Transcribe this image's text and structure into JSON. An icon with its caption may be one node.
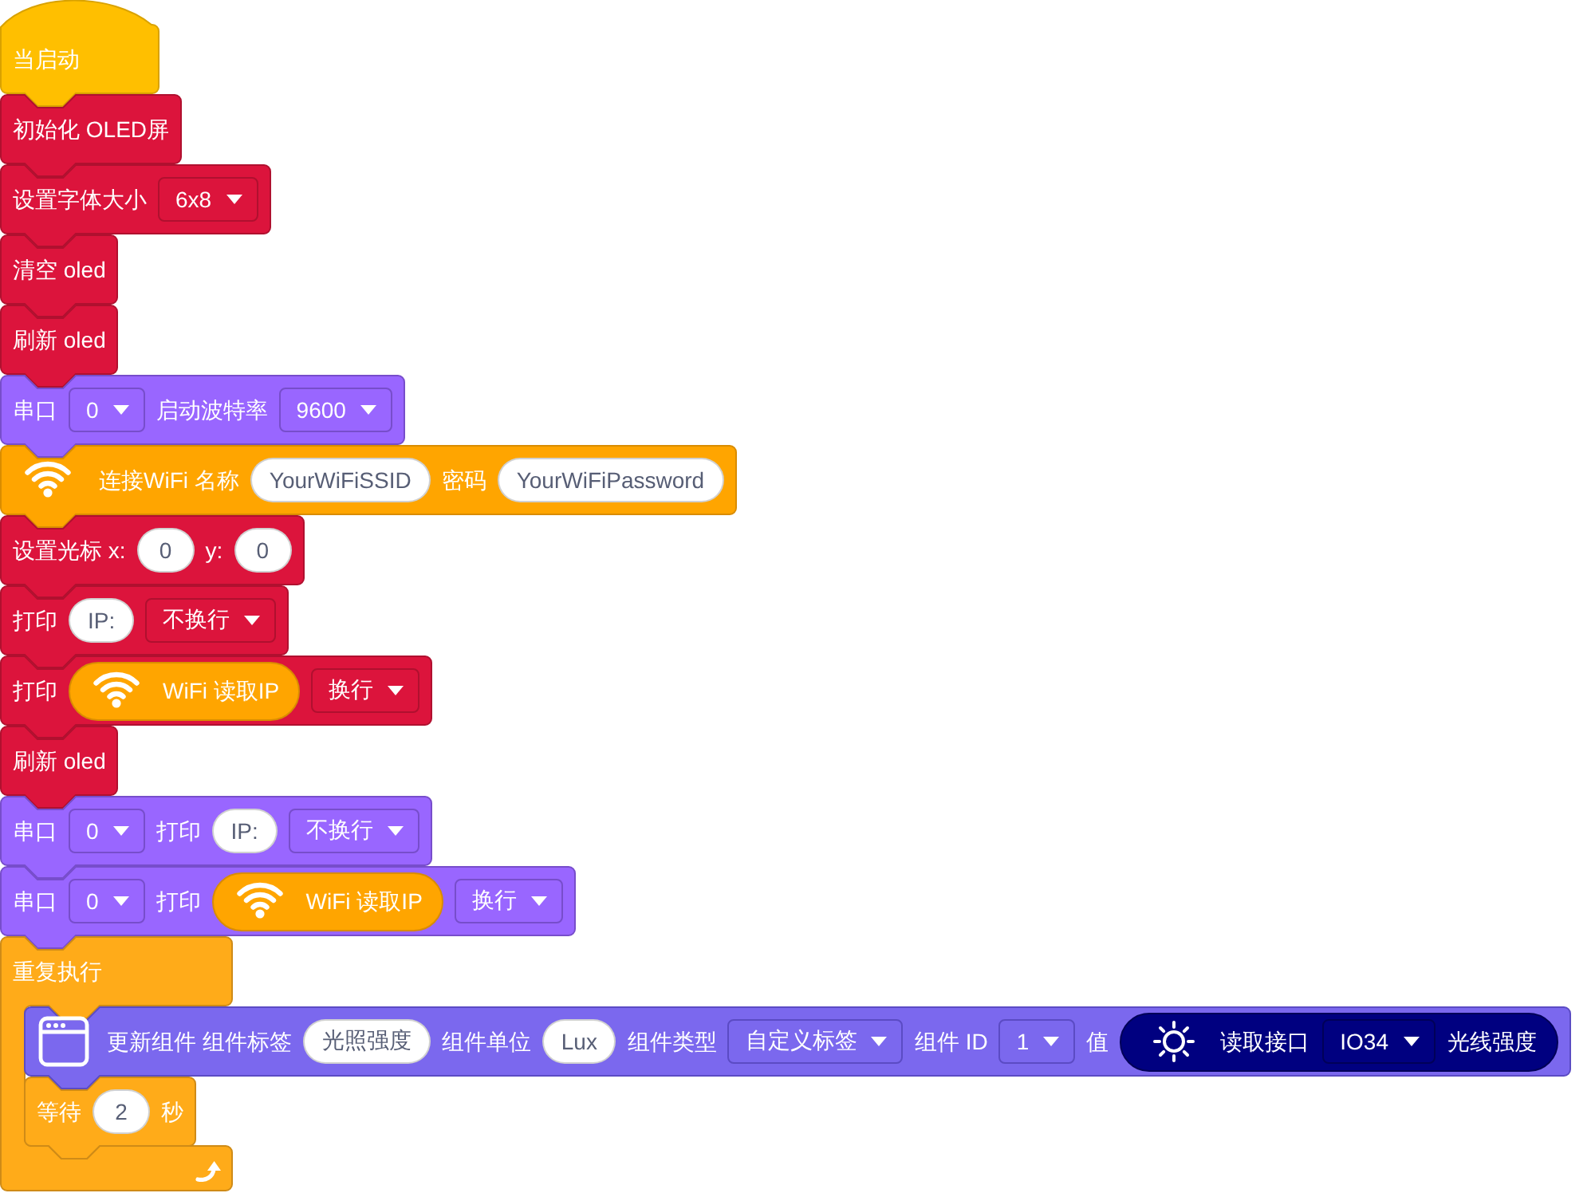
{
  "diagram": {
    "nodes": [
      {
        "text": [
          "当启动"
        ]
      },
      {
        "text": [
          "初始化 OLED屏"
        ]
      },
      {
        "text": [
          "设置字体大小"
        ]
      },
      {
        "text": [
          "6x8"
        ],
        "in": 2
      },
      {
        "text": [
          "清空 oled"
        ]
      },
      {
        "text": [
          "刷新 oled"
        ]
      },
      {
        "text": [
          "串口",
          "启动波特率"
        ]
      },
      {
        "text": [
          "0"
        ],
        "in": 6
      },
      {
        "text": [
          "9600"
        ],
        "in": 6
      },
      {
        "text": [
          "连接WiFi 名称",
          "密码"
        ]
      },
      {
        "text": [
          "YourWiFiSSID"
        ],
        "in": 9
      },
      {
        "text": [
          "YourWiFiPassword"
        ],
        "in": 9
      },
      {
        "text": [
          "设置光标 x:",
          "y:"
        ]
      },
      {
        "text": [
          "0"
        ],
        "in": 12
      },
      {
        "text": [
          "0"
        ],
        "in": 12
      },
      {
        "text": [
          "打印"
        ]
      },
      {
        "text": [
          "IP:"
        ],
        "in": 15
      },
      {
        "text": [
          "不换行"
        ],
        "in": 15
      },
      {
        "text": [
          "打印"
        ]
      },
      {
        "text": [
          "WiFi 读取IP"
        ],
        "in": 18
      },
      {
        "text": [
          "换行"
        ],
        "in": 18
      },
      {
        "text": [
          "刷新 oled"
        ]
      },
      {
        "text": [
          "串口",
          "打印"
        ]
      },
      {
        "text": [
          "0"
        ],
        "in": 22
      },
      {
        "text": [
          "IP:"
        ],
        "in": 22
      },
      {
        "text": [
          "不换行"
        ],
        "in": 22
      },
      {
        "text": [
          "串口",
          "打印"
        ]
      },
      {
        "text": [
          "0"
        ],
        "in": 26
      },
      {
        "text": [
          "WiFi 读取IP"
        ],
        "in": 26
      },
      {
        "text": [
          "换行"
        ],
        "in": 26
      },
      {
        "text": [
          "重复执行"
        ]
      },
      {
        "text": [
          "更新组件 组件标签",
          "组件单位",
          "组件类型",
          "组件 ID",
          "值"
        ]
      },
      {
        "text": [
          "光照强度"
        ],
        "in": 31
      },
      {
        "text": [
          "Lux"
        ],
        "in": 31
      },
      {
        "text": [
          "自定义标签"
        ],
        "in": 31
      },
      {
        "text": [
          "1"
        ],
        "in": 31
      },
      {
        "text": [
          "读取接口",
          "光线强度"
        ],
        "in": 31
      },
      {
        "text": [
          "IO34"
        ],
        "in": 36
      },
      {
        "text": [
          "等待",
          "秒"
        ],
        "in": 30
      },
      {
        "text": [
          "2"
        ],
        "in": 38
      }
    ]
  }
}
